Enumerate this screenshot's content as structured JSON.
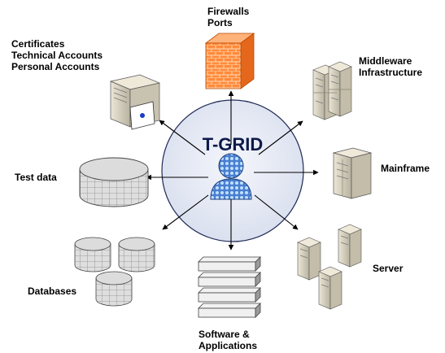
{
  "center": {
    "title": "T-GRID"
  },
  "labels": {
    "firewalls": [
      "Firewalls",
      "Ports"
    ],
    "certificates": [
      "Certificates",
      "Technical Accounts",
      "Personal Accounts"
    ],
    "middleware": [
      "Middleware",
      "Infrastructure"
    ],
    "mainframe": [
      "Mainframe"
    ],
    "test_data": [
      "Test data"
    ],
    "server": [
      "Server"
    ],
    "databases": [
      "Databases"
    ],
    "software": [
      "Software &",
      "Applications"
    ]
  },
  "colors": {
    "hub_fill": "#e6eaf4",
    "hub_stroke": "#1f2a55",
    "title": "#0d1a4a",
    "firewall": "#ff8a3a",
    "server_body": "#d4cfc0",
    "db_fill": "#dcdcdc"
  },
  "icons": {
    "hub": "user-globe-icon",
    "firewall": "firewall-icon",
    "certificates": "server-certificate-icon",
    "middleware": "server-cluster-icon",
    "mainframe": "mainframe-icon",
    "test_data": "database-icon",
    "server": "server-group-icon",
    "databases": "databases-icon",
    "software": "software-stack-icon"
  }
}
